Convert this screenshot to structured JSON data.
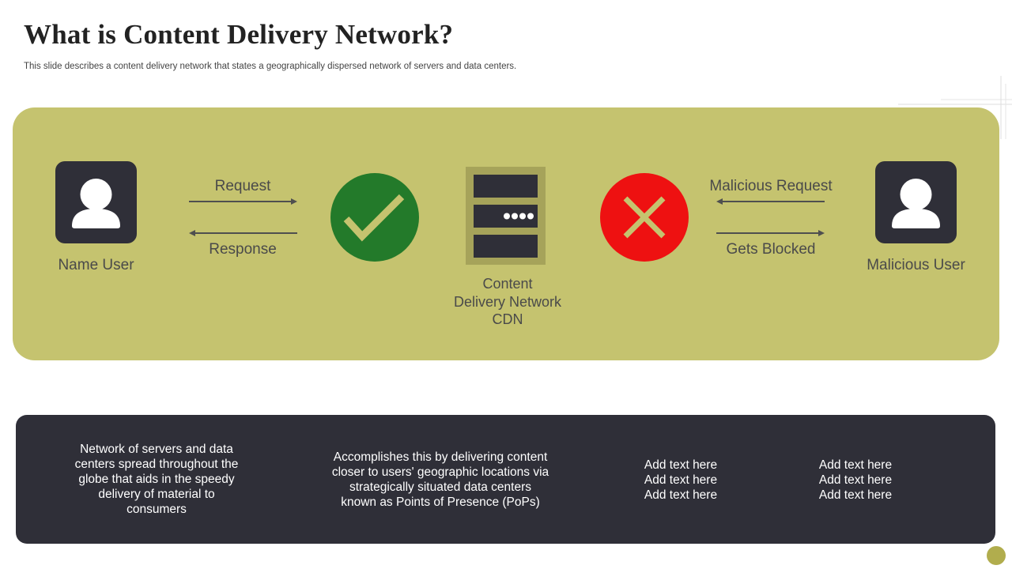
{
  "title": "What is Content Delivery Network?",
  "subtitle": "This slide describes a content delivery network that states a geographically dispersed network of servers and data centers.",
  "colors": {
    "panel": "#c5c36f",
    "dark": "#2f2f38",
    "allowed": "#237a2a",
    "blocked": "#ee1111",
    "mark": "#c5c36f"
  },
  "diagram": {
    "left_user": {
      "label": "Name User",
      "icon": "user-icon"
    },
    "right_user": {
      "label": "Malicious User",
      "icon": "user-icon"
    },
    "request_label": "Request",
    "response_label": "Response",
    "malicious_request_label": "Malicious Request",
    "blocked_label": "Gets Blocked",
    "allowed_icon": "checkmark-icon",
    "blocked_icon": "cross-icon",
    "server_icon": "server-icon",
    "cdn_lines": [
      "Content",
      "Delivery Network",
      "CDN"
    ]
  },
  "info": {
    "col1": [
      "Network of servers and data",
      "centers spread throughout  the",
      "globe that aids in the speedy",
      "delivery of material to",
      "consumers"
    ],
    "col2": [
      "Accomplishes this by delivering content",
      "closer to users' geographic locations via",
      "strategically situated data centers",
      "known as Points of Presence (PoPs)"
    ],
    "col3": [
      "Add text here",
      "Add text here",
      "Add text here"
    ],
    "col4": [
      "Add text here",
      "Add text here",
      "Add text here"
    ]
  }
}
